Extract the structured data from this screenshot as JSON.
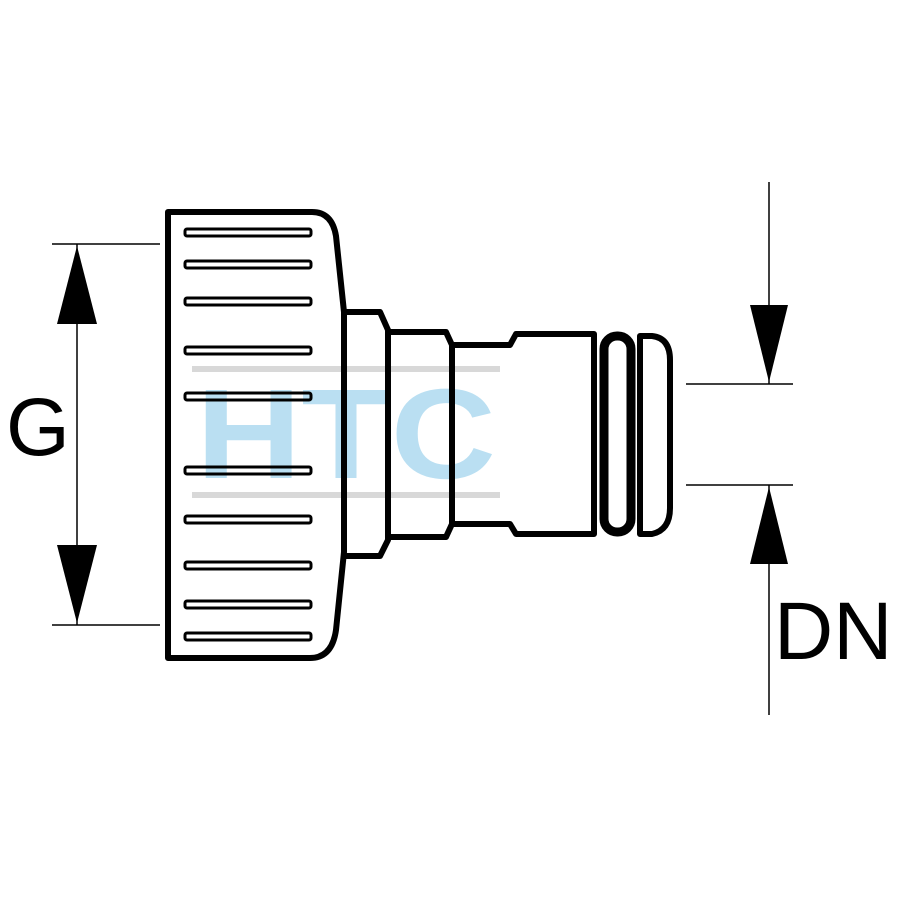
{
  "labels": {
    "thread_size": "G",
    "nominal_diameter": "DN"
  },
  "watermark": {
    "text": "HTC",
    "color": "#a9d8ef"
  },
  "colors": {
    "line": "#000000",
    "background": "#ffffff"
  }
}
